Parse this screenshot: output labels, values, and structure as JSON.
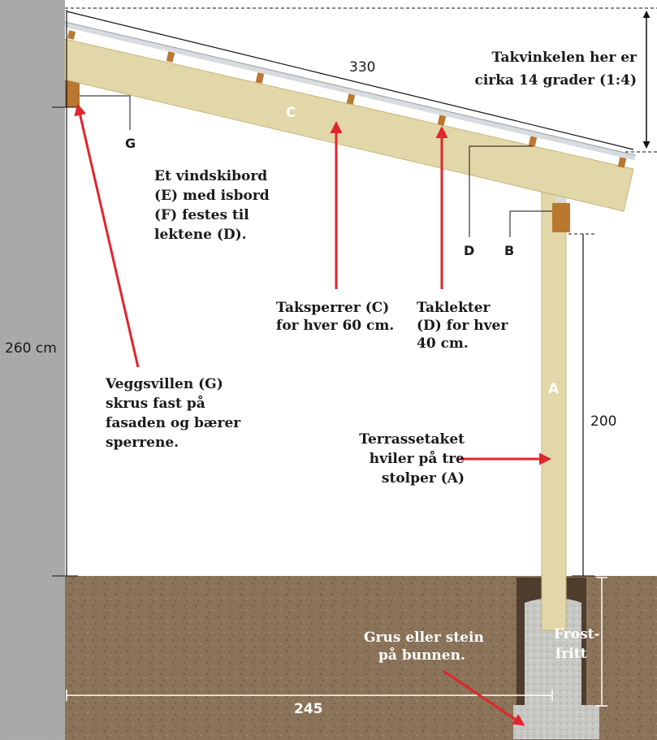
{
  "dimensions": {
    "roof_length": "330",
    "wall_height": "260 cm",
    "post_height": "200",
    "ground_width": "245"
  },
  "part_tags": {
    "rafter": "C",
    "post": "A",
    "batten": "D",
    "beam": "B",
    "wall_plate": "G"
  },
  "annotations": {
    "roof_angle": [
      "Takvinkelen her er",
      "cirka 14 grader (1:4)"
    ],
    "fascia": [
      "Et vindskibord",
      "(E) med isbord",
      "(F) festes til",
      "lektene (D)."
    ],
    "rafters": [
      "Taksperrer (C)",
      "for hver 60 cm."
    ],
    "battens": [
      "Taklekter",
      "(D) for hver",
      "40 cm."
    ],
    "wall_plate_note": [
      "Veggsvillen (G)",
      "skrus fast på",
      "fasaden og bærer",
      "sperrene."
    ],
    "posts_note": [
      "Terrassetaket",
      "hviler på tre",
      "stolper (A)"
    ],
    "gravel": [
      "Grus eller stein",
      "på bunnen."
    ],
    "frost": [
      "Frost-",
      "fritt"
    ]
  },
  "colors": {
    "arrow": "#e0262b",
    "wood": "#e2d7a8",
    "wood_dark": "#c9b57a",
    "batten": "#b9772f",
    "wall": "#a9a9a9",
    "soil": "#8a7358",
    "gravel": "#c7c7c4",
    "metal": "#d9dcdf"
  }
}
